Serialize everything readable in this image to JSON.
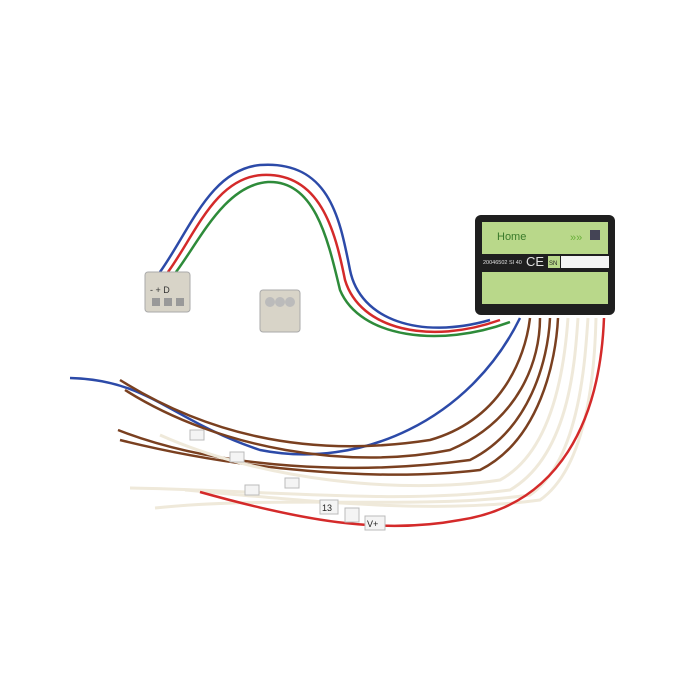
{
  "module": {
    "brand": "Home",
    "model": "20046502 SI 40",
    "ce_mark": "CE",
    "serial_label": "SN",
    "body_color": "#1f1f1f",
    "label_color": "#b9d88a"
  },
  "connector": {
    "pins": "- + D"
  },
  "wire_tags": [
    "13",
    "V+"
  ],
  "colors": {
    "blue": "#2c4aa8",
    "red": "#d42a2a",
    "green": "#2e8b3a",
    "brown": "#7a4020",
    "white": "#efe9da"
  }
}
